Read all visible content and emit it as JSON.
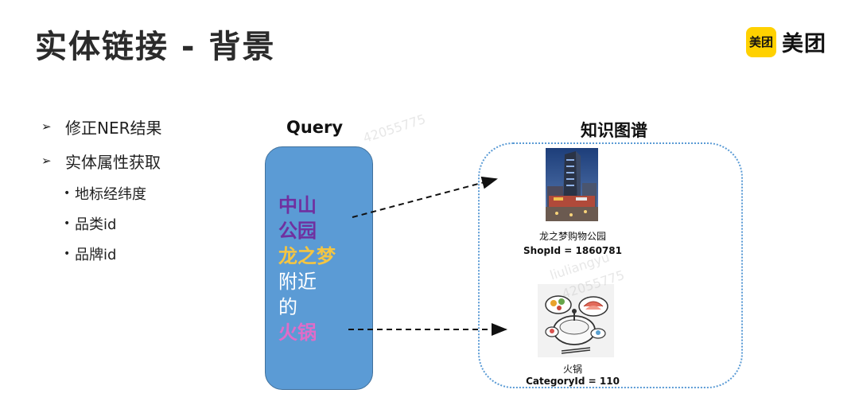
{
  "title": "实体链接 - 背景",
  "logo": {
    "mark": "美团",
    "text": "美团",
    "color": "#ffd100"
  },
  "bullets": {
    "level1": [
      "修正NER结果",
      "实体属性获取"
    ],
    "level2": [
      "地标经纬度",
      "品类id",
      "品牌id"
    ]
  },
  "query": {
    "label": "Query",
    "lines": [
      "中山",
      "公园",
      "龙之梦",
      "附近",
      "的",
      "火锅"
    ],
    "colors": [
      "#7030a0",
      "#7030a0",
      "#f4c542",
      "#ffffff",
      "#ffffff",
      "#e06cc8"
    ]
  },
  "kg": {
    "label": "知识图谱",
    "shop": {
      "name": "龙之梦购物公园",
      "id_text": "ShopId = 1860781"
    },
    "category": {
      "name": "火锅",
      "id_text": "CategoryId = 110"
    }
  },
  "watermarks": [
    "42055775",
    "liuliangyu",
    "42055775"
  ]
}
